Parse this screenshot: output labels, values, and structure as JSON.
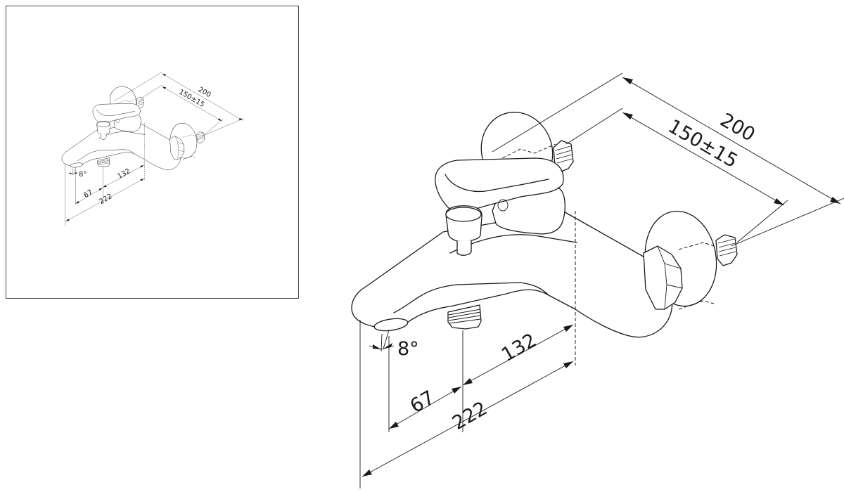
{
  "drawing": {
    "title_hidden": "",
    "dimensions": {
      "overall_depth": "200",
      "inlet_spacing": "150±15",
      "outlet_to_wall": "132",
      "spout_to_outlet": "67",
      "total_length": "222",
      "spout_angle": "8°"
    }
  }
}
